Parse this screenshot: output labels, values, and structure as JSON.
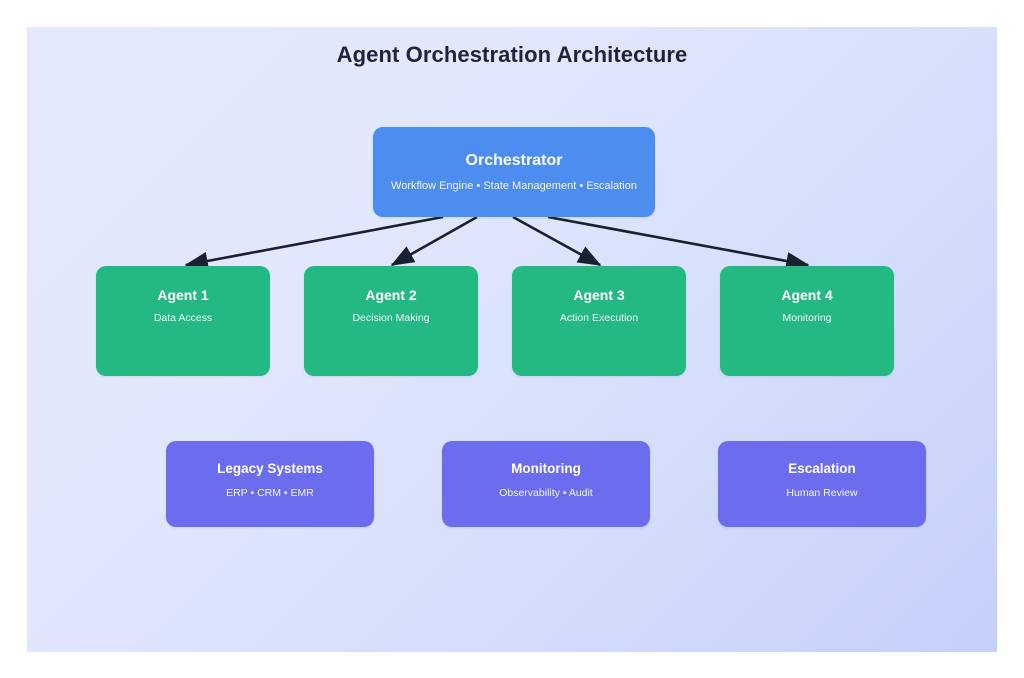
{
  "diagram": {
    "title": "Agent Orchestration Architecture",
    "type": "hierarchical-block-diagram",
    "colors": {
      "canvas_gradient_start": "#e4eafd",
      "canvas_gradient_end": "#c5d0fb",
      "orchestrator": "#4d8df0",
      "agent": "#24b882",
      "support": "#6c6cee",
      "arrow": "#18212e",
      "title_text": "#1f2633",
      "node_text": "#ffffff"
    },
    "orchestrator": {
      "title": "Orchestrator",
      "subtitle": "Workflow Engine • State Management • Escalation"
    },
    "agents": [
      {
        "title": "Agent 1",
        "subtitle": "Data Access"
      },
      {
        "title": "Agent 2",
        "subtitle": "Decision Making"
      },
      {
        "title": "Agent 3",
        "subtitle": "Action Execution"
      },
      {
        "title": "Agent 4",
        "subtitle": "Monitoring"
      }
    ],
    "support": [
      {
        "title": "Legacy Systems",
        "subtitle": "ERP • CRM • EMR"
      },
      {
        "title": "Monitoring",
        "subtitle": "Observability • Audit"
      },
      {
        "title": "Escalation",
        "subtitle": "Human Review"
      }
    ],
    "connections": [
      {
        "from": "Orchestrator",
        "to": "Agent 1",
        "style": "arrow"
      },
      {
        "from": "Orchestrator",
        "to": "Agent 2",
        "style": "arrow"
      },
      {
        "from": "Orchestrator",
        "to": "Agent 3",
        "style": "arrow"
      },
      {
        "from": "Orchestrator",
        "to": "Agent 4",
        "style": "arrow"
      }
    ]
  }
}
